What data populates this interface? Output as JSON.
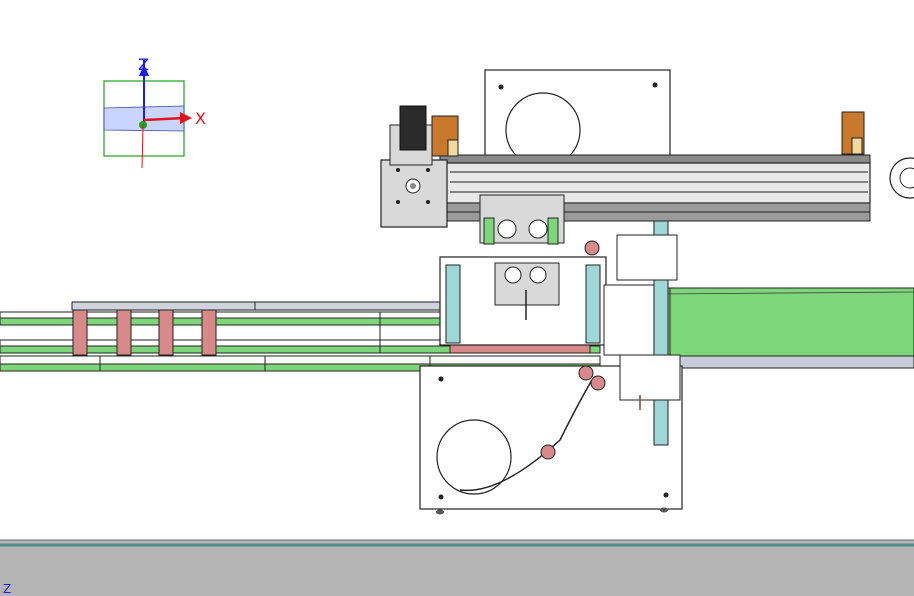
{
  "triad": {
    "x_label": "X",
    "z_label": "Z",
    "x_color": "#e0141e",
    "z_color": "#1e1ee6",
    "y_color": "#1fa01f",
    "plane_color": "#b4c3ff"
  },
  "corner_label": "Z",
  "colors": {
    "background": "#ffffff",
    "floor": "#b4b4b4",
    "floor_edge": "#4f8f8f",
    "conveyor_green": "#7ed67a",
    "roller_red": "#d88a8a",
    "body_gray": "#d9d9d9",
    "teal": "#9fd6d6",
    "brown": "#c7782a",
    "outline": "#222222"
  }
}
